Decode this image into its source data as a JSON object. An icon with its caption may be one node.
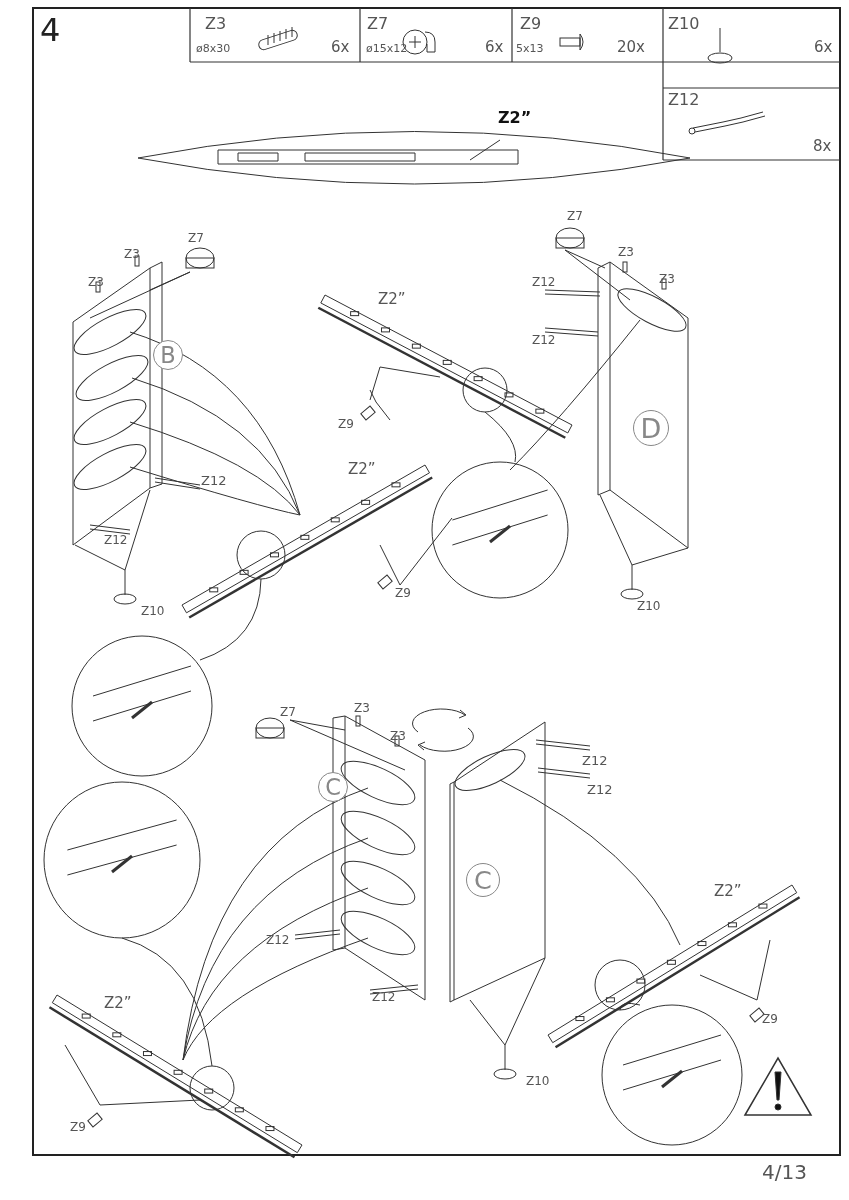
{
  "diagram": {
    "nodes": [
      {
        "text": [
          "B"
        ]
      },
      {
        "text": [
          "D"
        ]
      },
      {
        "text": [
          "C"
        ]
      },
      {
        "text": [
          "C"
        ]
      }
    ],
    "labels": [
      "4",
      "Z3",
      "ø8x30",
      "6x",
      "Z7",
      "ø15x12",
      "6x",
      "Z9",
      "5x13",
      "20x",
      "Z10",
      "6x",
      "Z12",
      "8x",
      "Z2”",
      "Z7",
      "Z3",
      "Z3",
      "Z2”",
      "Z7",
      "Z3",
      "Z12",
      "Z3",
      "Z12",
      "Z9",
      "Z12",
      "Z2”",
      "Z12",
      "Z9",
      "Z10",
      "Z10",
      "Z7",
      "Z3",
      "Z3",
      "Z12",
      "Z12",
      "Z2”",
      "Z12",
      "Z2”",
      "Z12",
      "Z10",
      "Z9",
      "Z9",
      "4/13"
    ]
  }
}
